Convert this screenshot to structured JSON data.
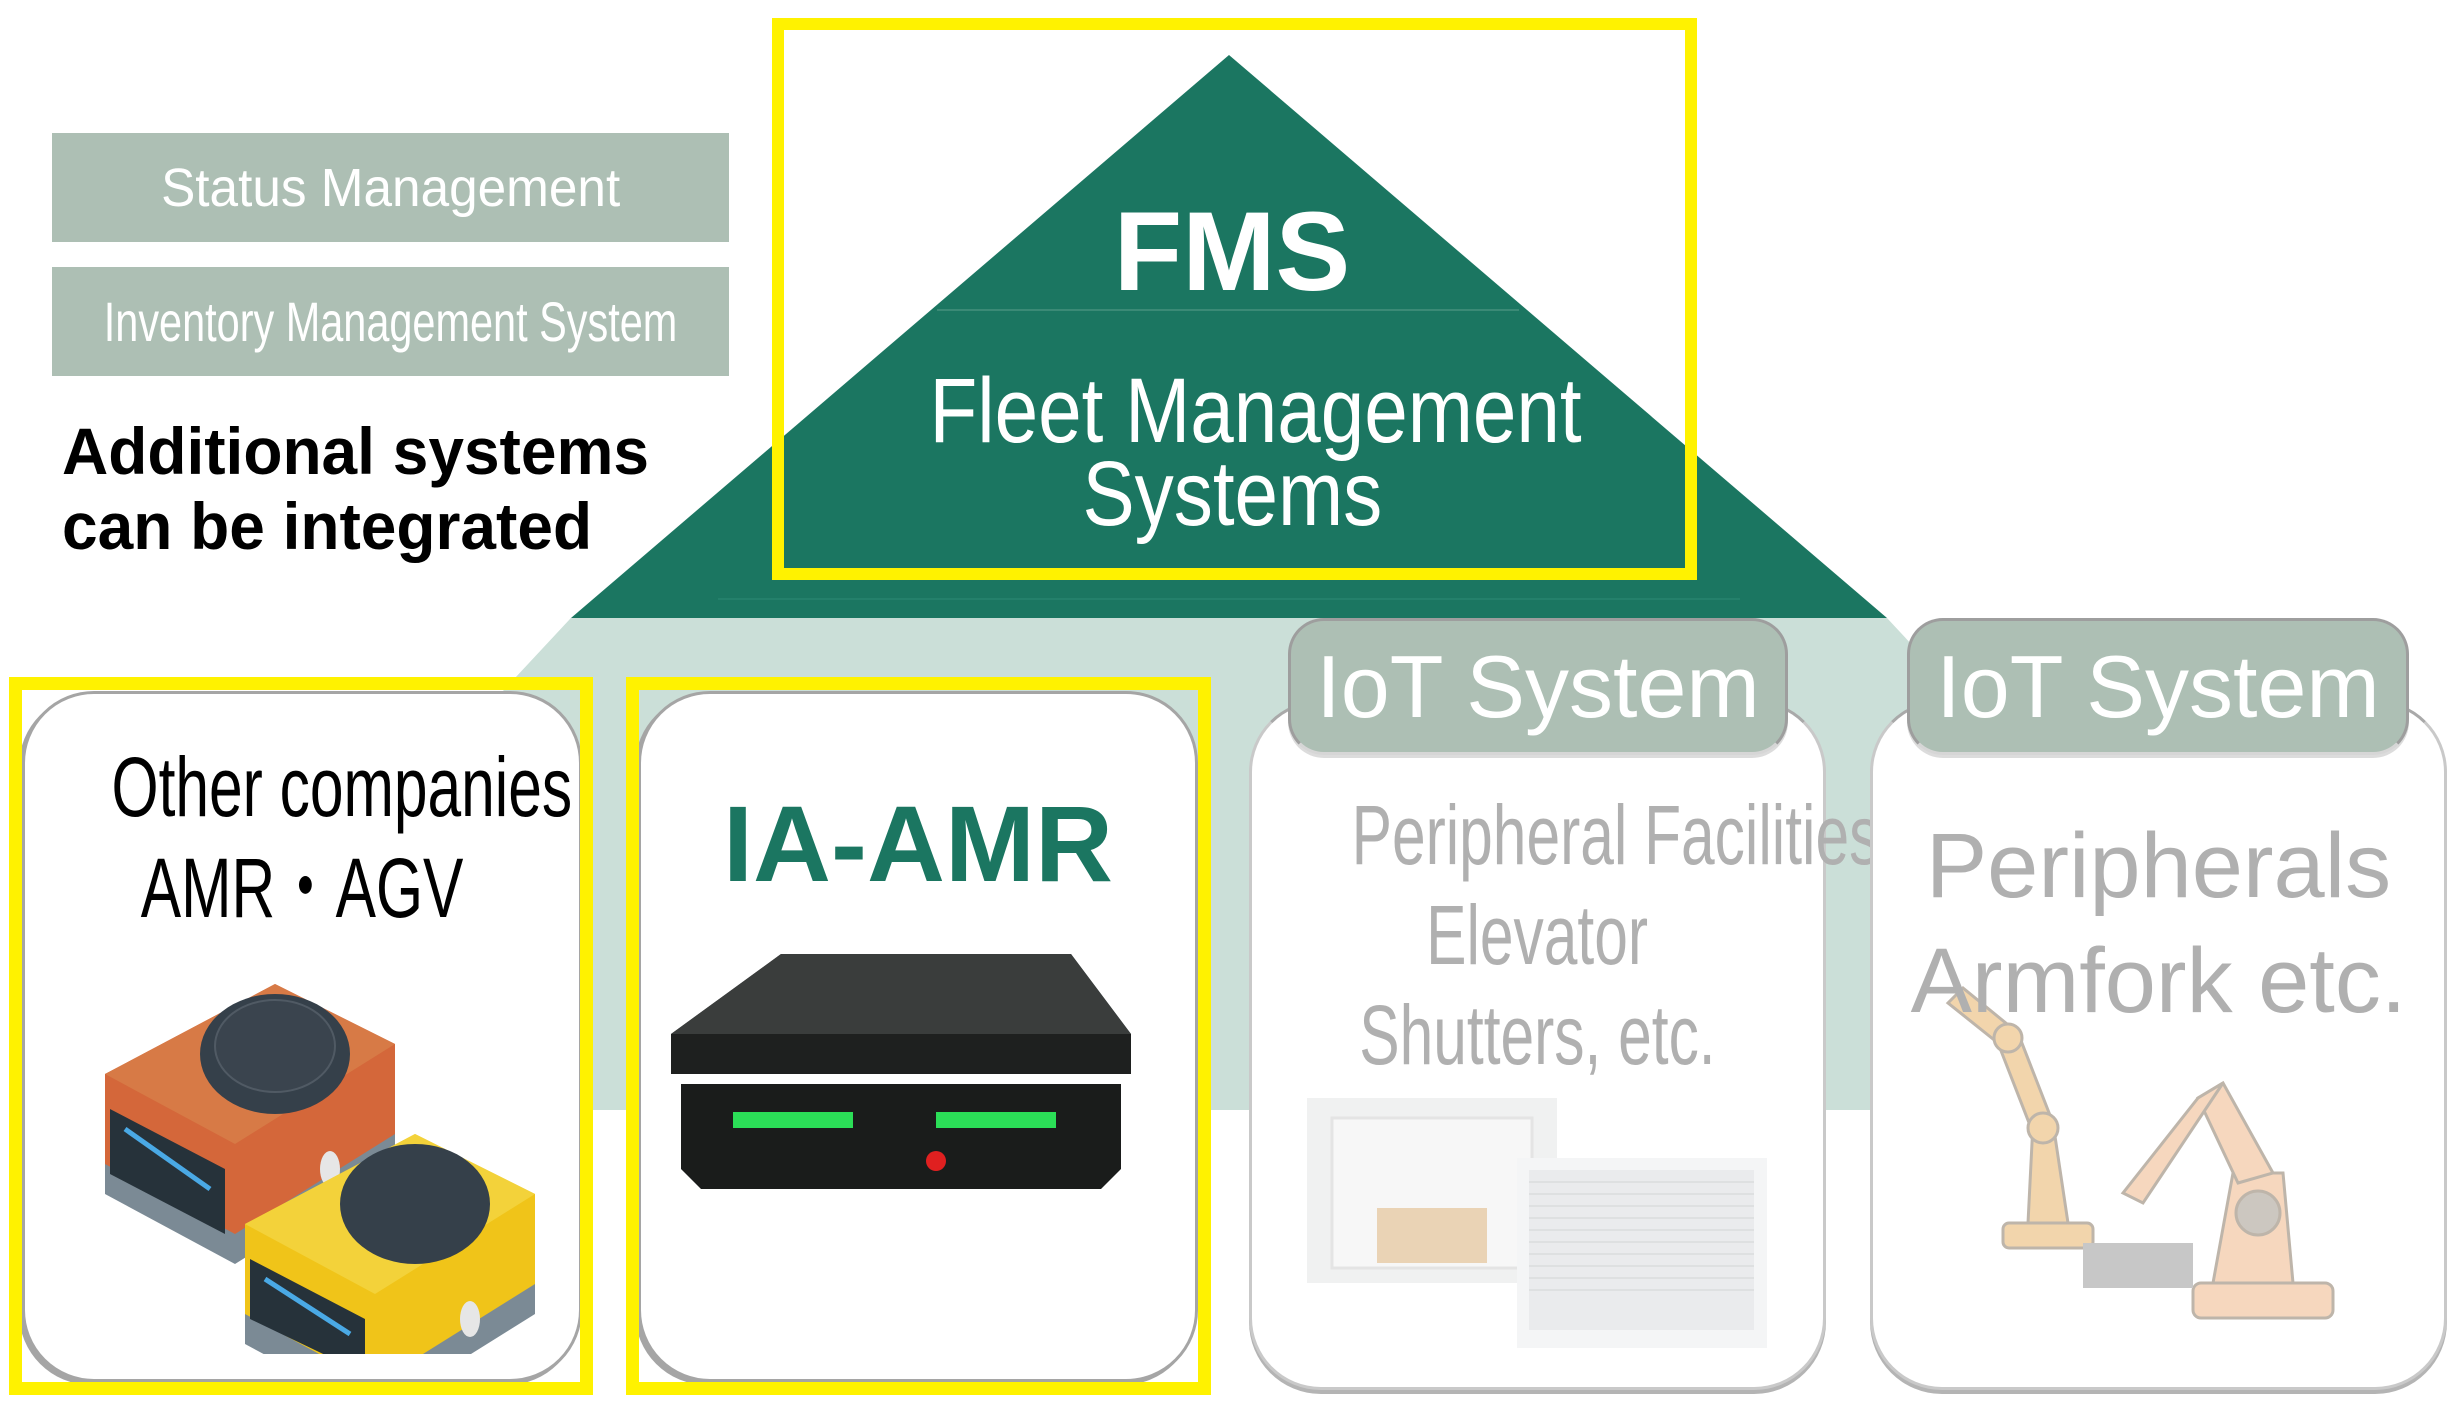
{
  "colors": {
    "fms_green": "#1b7661",
    "band_light_green": "#cbdfd8",
    "side_box_gray_green": "#adbfb4",
    "highlight_yellow": "#fff200",
    "muted_text_gray": "#b0b0b0"
  },
  "side_panel": {
    "boxes": [
      {
        "label": "Status Management"
      },
      {
        "label": "Inventory Management System"
      }
    ],
    "note_lines": [
      "Additional systems",
      "can be integrated"
    ]
  },
  "fms": {
    "title": "FMS",
    "subtitle_lines": [
      "Fleet Management",
      "Systems"
    ],
    "highlighted": true
  },
  "cards": [
    {
      "id": "other",
      "title_lines": [
        "Other companies",
        "AMR・AGV"
      ],
      "illustration": "orange-and-yellow-robots-icon",
      "highlighted": true
    },
    {
      "id": "ia-amr",
      "title_lines": [
        "IA-AMR"
      ],
      "illustration": "ia-amr-robot-photo",
      "highlighted": true
    },
    {
      "id": "iot-facilities",
      "tab_label": "IoT System",
      "body_lines": [
        "Peripheral Facilities",
        "Elevator",
        "Shutters, etc."
      ],
      "illustration": "elevator-and-shutter-photo",
      "highlighted": false
    },
    {
      "id": "iot-peripherals",
      "tab_label": "IoT System",
      "body_lines": [
        "Peripherals",
        "Armfork etc."
      ],
      "illustration": "robot-arms-photo",
      "highlighted": false
    }
  ]
}
